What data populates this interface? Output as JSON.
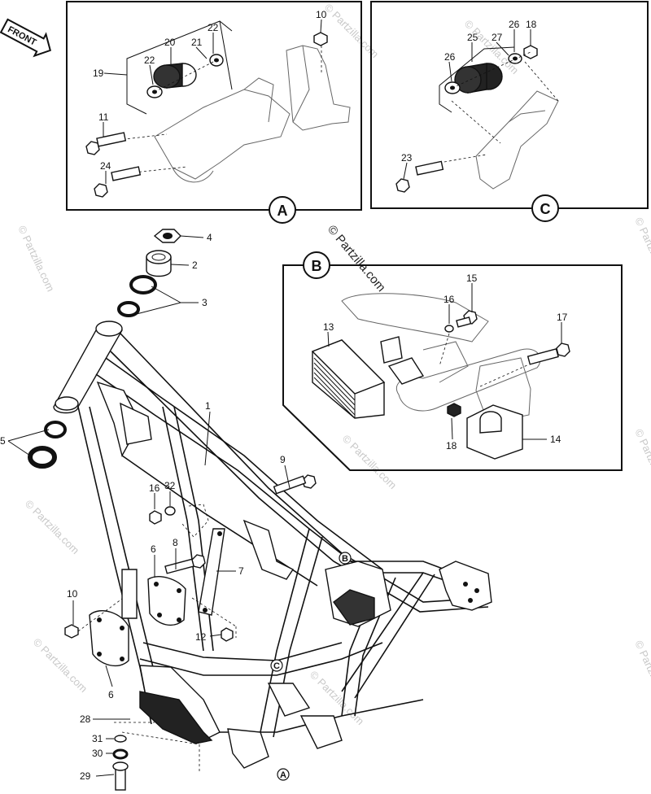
{
  "front_label": "FRONT",
  "watermark": "© Partzilla.com",
  "insets": {
    "A": {
      "letter": "A"
    },
    "B": {
      "letter": "B"
    },
    "C": {
      "letter": "C"
    }
  },
  "frame_markers": {
    "A": "A",
    "B": "B",
    "C": "C"
  },
  "callouts": {
    "n1": "1",
    "n2": "2",
    "n3": "3",
    "n4": "4",
    "n5": "5",
    "n6": "6",
    "n7": "7",
    "n8": "8",
    "n9": "9",
    "n10": "10",
    "n11": "11",
    "n12": "12",
    "n13": "13",
    "n14": "14",
    "n15": "15",
    "n16": "16",
    "n17": "17",
    "n18": "18",
    "n19": "19",
    "n20": "20",
    "n21": "21",
    "n22": "22",
    "n23": "23",
    "n24": "24",
    "n25": "25",
    "n26": "26",
    "n27": "27",
    "n28": "28",
    "n29": "29",
    "n30": "30",
    "n31": "31",
    "n32": "32"
  }
}
